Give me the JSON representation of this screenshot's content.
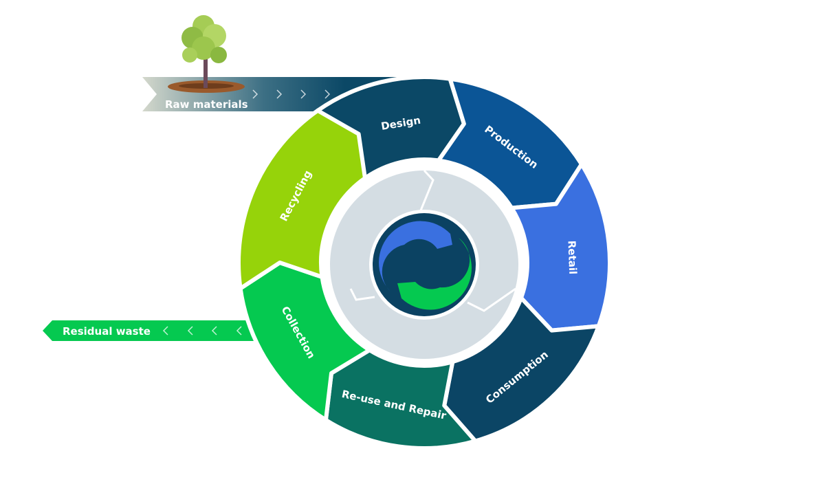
{
  "diagram": {
    "input": {
      "label": "Raw materials",
      "icon": "tree-icon"
    },
    "output": {
      "label": "Residual waste"
    },
    "stages": [
      {
        "label": "Design",
        "color": "#0b4866",
        "icon": "ruler-pencil-icon"
      },
      {
        "label": "Production",
        "color": "#0b5596",
        "icon": "people-gear-icon"
      },
      {
        "label": "Retail",
        "color": "#3a70e0",
        "icon": "shopping-bag-icon"
      },
      {
        "label": "Consumption",
        "color": "#0b4565",
        "icon": "house-icon"
      },
      {
        "label": "Re-use and Repair",
        "color": "#0a7262",
        "icon": "wrench-icon"
      },
      {
        "label": "Collection",
        "color": "#05c950",
        "icon": "truck-icon"
      },
      {
        "label": "Recycling",
        "color": "#96d30a",
        "icon": "recycle-icon"
      }
    ],
    "center": {
      "icon": "circular-arrows-logo-icon",
      "ring_color": "#d4dde3",
      "core_color": "#0b4262"
    }
  }
}
